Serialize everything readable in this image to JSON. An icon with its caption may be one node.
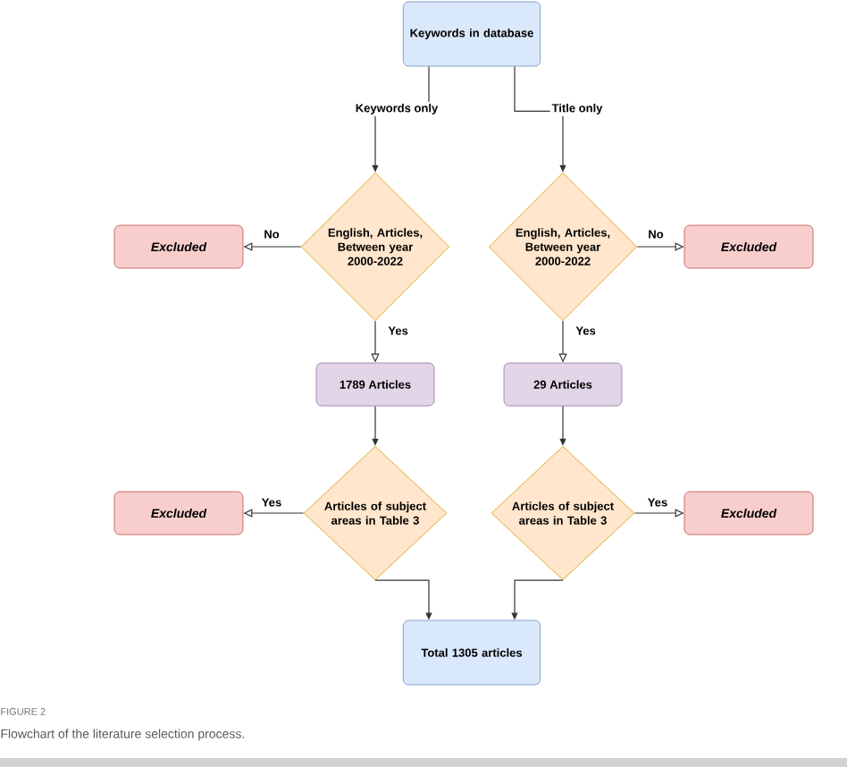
{
  "diagram": {
    "caption": "Flowchart of the literature selection process.",
    "nodes": [
      {
        "text": [
          "Keywords in database"
        ]
      },
      {
        "text": [
          "English, Articles, Between year 2000-2022"
        ]
      },
      {
        "text": [
          "English, Articles, Between year 2000-2022"
        ]
      },
      {
        "text": [
          "Excluded"
        ]
      },
      {
        "text": [
          "Excluded"
        ]
      },
      {
        "text": [
          "1789 Articles"
        ]
      },
      {
        "text": [
          "29 Articles"
        ]
      },
      {
        "text": [
          "Articles of subject areas in Table 3"
        ]
      },
      {
        "text": [
          "Articles of subject areas in Table 3"
        ]
      },
      {
        "text": [
          "Excluded"
        ]
      },
      {
        "text": [
          "Excluded"
        ]
      },
      {
        "text": [
          "Total 1305 articles"
        ]
      }
    ],
    "edges": [
      {
        "from": 0,
        "to": 1,
        "arrow": "to",
        "label": "Keywords only"
      },
      {
        "from": 0,
        "to": 2,
        "arrow": "to",
        "label": "Title only"
      },
      {
        "from": 1,
        "to": 3,
        "arrow": "to",
        "label": "No"
      },
      {
        "from": 2,
        "to": 4,
        "arrow": "to",
        "label": "No"
      },
      {
        "from": 1,
        "to": 5,
        "arrow": "to",
        "label": "Yes"
      },
      {
        "from": 2,
        "to": 6,
        "arrow": "to",
        "label": "Yes"
      },
      {
        "from": 5,
        "to": 7,
        "arrow": "to"
      },
      {
        "from": 6,
        "to": 8,
        "arrow": "to"
      },
      {
        "from": 7,
        "to": 9,
        "arrow": "to",
        "label": "Yes"
      },
      {
        "from": 8,
        "to": 10,
        "arrow": "to",
        "label": "Yes"
      },
      {
        "from": 7,
        "to": 11,
        "arrow": "to"
      },
      {
        "from": 8,
        "to": 11,
        "arrow": "to"
      }
    ],
    "labels": [
      "FIGURE 2"
    ]
  }
}
